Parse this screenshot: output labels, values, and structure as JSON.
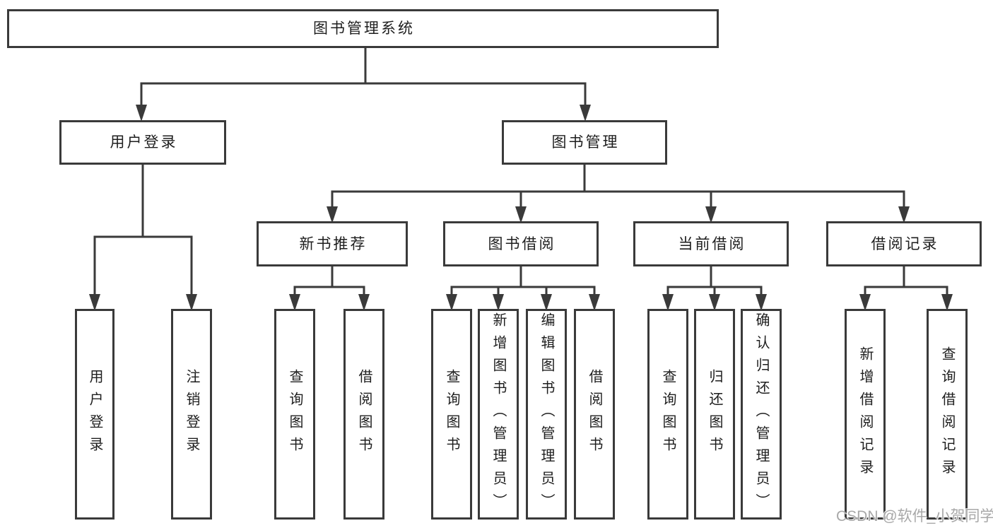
{
  "diagram": {
    "root": {
      "label": "图书管理系统"
    },
    "login_branch": {
      "label": "用户登录",
      "children": [
        {
          "label": "用户登录"
        },
        {
          "label": "注销登录"
        }
      ]
    },
    "management_branch": {
      "label": "图书管理",
      "modules": [
        {
          "label": "新书推荐",
          "children": [
            {
              "label": "查询图书"
            },
            {
              "label": "借阅图书"
            }
          ]
        },
        {
          "label": "图书借阅",
          "children": [
            {
              "label": "查询图书"
            },
            {
              "label": "新增图书（管理员）"
            },
            {
              "label": "编辑图书（管理员）"
            },
            {
              "label": "借阅图书"
            }
          ]
        },
        {
          "label": "当前借阅",
          "children": [
            {
              "label": "查询图书"
            },
            {
              "label": "归还图书"
            },
            {
              "label": "确认归还（管理员）"
            }
          ]
        },
        {
          "label": "借阅记录",
          "children": [
            {
              "label": "新增借阅记录"
            },
            {
              "label": "查询借阅记录"
            }
          ]
        }
      ]
    }
  },
  "watermark": {
    "text": "CSDN @软件_小贺同学"
  },
  "colors": {
    "line": "#3a3a3a",
    "text": "#1e1e1e",
    "watermark": "#a8a8a8",
    "background": "#ffffff"
  }
}
